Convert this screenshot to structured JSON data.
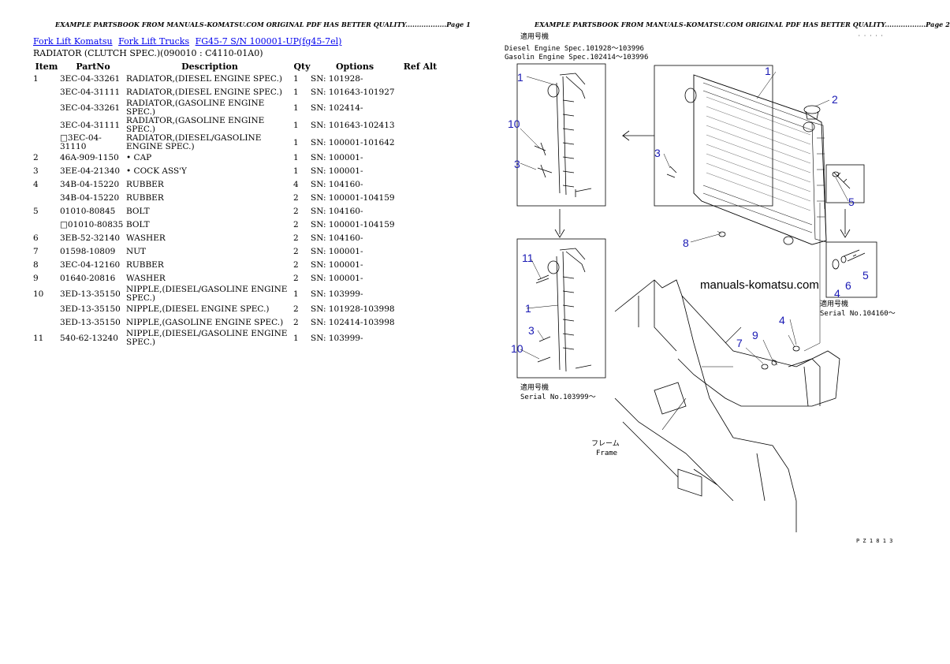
{
  "header": {
    "page1": "EXAMPLE PARTSBOOK FROM MANUALS-KOMATSU.COM ORIGINAL PDF HAS BETTER QUALITY..................Page 1",
    "page2": "EXAMPLE PARTSBOOK FROM MANUALS-KOMATSU.COM ORIGINAL PDF HAS BETTER QUALITY..................Page 2"
  },
  "breadcrumb": [
    "Fork Lift Komatsu",
    "Fork Lift Trucks",
    "FG45-7 S/N 100001-UP(fg45-7el)"
  ],
  "subtitle": "RADIATOR (CLUTCH SPEC.)(090010 : C4110-01A0)",
  "table": {
    "headers": [
      "Item",
      "PartNo",
      "Description",
      "Qty",
      "Options",
      "Ref Alt"
    ],
    "rows": [
      {
        "item": "1",
        "part": "3EC-04-33261",
        "desc": "RADIATOR,(DIESEL ENGINE SPEC.)",
        "qty": "1",
        "opt": "SN: 101928-"
      },
      {
        "item": "",
        "part": "3EC-04-31111",
        "desc": "RADIATOR,(DIESEL ENGINE SPEC.)",
        "qty": "1",
        "opt": "SN: 101643-101927"
      },
      {
        "item": "",
        "part": "3EC-04-33261",
        "desc": "RADIATOR,(GASOLINE ENGINE SPEC.)",
        "qty": "1",
        "opt": "SN: 102414-"
      },
      {
        "item": "",
        "part": "3EC-04-31111",
        "desc": "RADIATOR,(GASOLINE ENGINE SPEC.)",
        "qty": "1",
        "opt": "SN: 101643-102413"
      },
      {
        "item": "",
        "part": "□3EC-04-31110",
        "desc": "RADIATOR,(DIESEL/GASOLINE ENGINE SPEC.)",
        "qty": "1",
        "opt": "SN: 100001-101642"
      },
      {
        "item": "2",
        "part": "46A-909-1150",
        "desc": "• CAP",
        "qty": "1",
        "opt": "SN: 100001-"
      },
      {
        "item": "3",
        "part": "3EE-04-21340",
        "desc": "• COCK ASS'Y",
        "qty": "1",
        "opt": "SN: 100001-"
      },
      {
        "item": "4",
        "part": "34B-04-15220",
        "desc": "RUBBER",
        "qty": "4",
        "opt": "SN: 104160-"
      },
      {
        "item": "",
        "part": "34B-04-15220",
        "desc": "RUBBER",
        "qty": "2",
        "opt": "SN: 100001-104159"
      },
      {
        "item": "5",
        "part": "01010-80845",
        "desc": "BOLT",
        "qty": "2",
        "opt": "SN: 104160-"
      },
      {
        "item": "",
        "part": "□01010-80835",
        "desc": "BOLT",
        "qty": "2",
        "opt": "SN: 100001-104159"
      },
      {
        "item": "6",
        "part": "3EB-52-32140",
        "desc": "WASHER",
        "qty": "2",
        "opt": "SN: 104160-"
      },
      {
        "item": "7",
        "part": "01598-10809",
        "desc": "NUT",
        "qty": "2",
        "opt": "SN: 100001-"
      },
      {
        "item": "8",
        "part": "3EC-04-12160",
        "desc": "RUBBER",
        "qty": "2",
        "opt": "SN: 100001-"
      },
      {
        "item": "9",
        "part": "01640-20816",
        "desc": "WASHER",
        "qty": "2",
        "opt": "SN: 100001-"
      },
      {
        "item": "10",
        "part": "3ED-13-35150",
        "desc": "NIPPLE,(DIESEL/GASOLINE ENGINE SPEC.)",
        "qty": "1",
        "opt": "SN: 103999-"
      },
      {
        "item": "",
        "part": "3ED-13-35150",
        "desc": "NIPPLE,(DIESEL ENGINE SPEC.)",
        "qty": "2",
        "opt": "SN: 101928-103998"
      },
      {
        "item": "",
        "part": "3ED-13-35150",
        "desc": "NIPPLE,(GASOLINE ENGINE SPEC.)",
        "qty": "2",
        "opt": "SN: 102414-103998"
      },
      {
        "item": "11",
        "part": "540-62-13240",
        "desc": "NIPPLE,(DIESEL/GASOLINE ENGINE SPEC.)",
        "qty": "1",
        "opt": "SN: 103999-"
      }
    ]
  },
  "diagram": {
    "applicable_title": "適用号機",
    "applicable_diesel": "Diesel  Engine Spec.101928～103996",
    "applicable_gasoline": "Gasolin Engine Spec.102414～103996",
    "serial_104160": "Serial No.104160～",
    "serial_103999": "Serial No.103999～",
    "frame_jp": "フレーム",
    "frame_en": "Frame",
    "watermark": "manuals-komatsu.com",
    "drawing_code": "P Z 1 8 1 3",
    "callouts": [
      "1",
      "2",
      "3",
      "4",
      "5",
      "6",
      "7",
      "8",
      "9",
      "10",
      "11"
    ],
    "callout_color": "#1a1ab4"
  }
}
